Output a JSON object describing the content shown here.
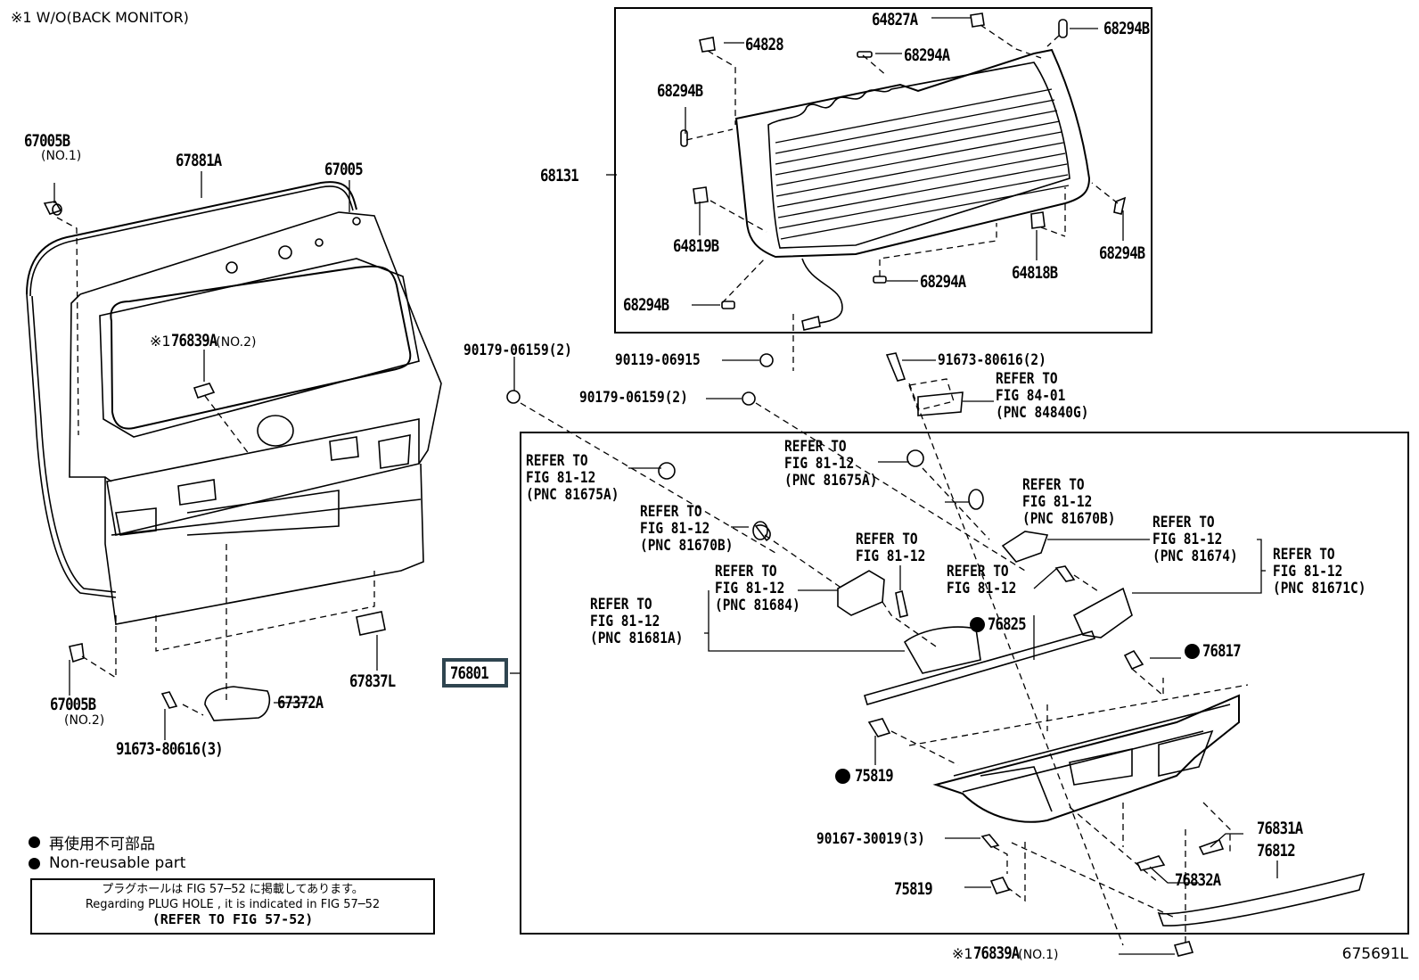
{
  "header_note": "※1 W/O(BACK MONITOR)",
  "figure_number": "675691L",
  "legend": {
    "nonreusable_jp": "再使用不可部品",
    "nonreusable_en": "Non-reusable part",
    "box_line1": "プラグホールは FIG 57─52 に掲載してあります。",
    "box_line2": "Regarding  PLUG  HOLE , it is indicated in  FIG  57─52",
    "box_line3": "(REFER TO FIG 57-52)"
  },
  "assembly_box": {
    "pnc": "76801"
  },
  "parts": {
    "p67005B_1": {
      "pnc": "67005B",
      "note": "(NO.1)"
    },
    "p67881A": {
      "pnc": "67881A"
    },
    "p67005": {
      "pnc": "67005"
    },
    "p76839A_2": {
      "prefix": "※1",
      "pnc": "76839A",
      "note": "(NO.2)"
    },
    "p67005B_2": {
      "pnc": "67005B",
      "note": "(NO.2)"
    },
    "p67837L": {
      "pnc": "67837L"
    },
    "p67372A": {
      "pnc": "67372A"
    },
    "p91673_3": {
      "pnc": "91673-80616(3)"
    },
    "p64827A": {
      "pnc": "64827A"
    },
    "p68294B_tr": {
      "pnc": "68294B"
    },
    "p64828": {
      "pnc": "64828"
    },
    "p68294A_t": {
      "pnc": "68294A"
    },
    "p68294B_l": {
      "pnc": "68294B"
    },
    "p68131": {
      "pnc": "68131"
    },
    "p64819B": {
      "pnc": "64819B"
    },
    "p68294B_r": {
      "pnc": "68294B"
    },
    "p68294A_b": {
      "pnc": "68294A"
    },
    "p64818B": {
      "pnc": "64818B"
    },
    "p68294B_bl": {
      "pnc": "68294B"
    },
    "p90179_a": {
      "pnc": "90179-06159(2)"
    },
    "p90119": {
      "pnc": "90119-06915"
    },
    "p91673_2": {
      "pnc": "91673-80616(2)"
    },
    "p90179_b": {
      "pnc": "90179-06159(2)"
    },
    "p76825": {
      "pnc": "76825",
      "nonreusable": true
    },
    "p76817": {
      "pnc": "76817",
      "nonreusable": true
    },
    "p75819_a": {
      "pnc": "75819",
      "nonreusable": true
    },
    "p90167": {
      "pnc": "90167-30019(3)"
    },
    "p76831A": {
      "pnc": "76831A"
    },
    "p76812": {
      "pnc": "76812"
    },
    "p75819_b": {
      "pnc": "75819"
    },
    "p76832A": {
      "pnc": "76832A"
    },
    "p76839A_1": {
      "prefix": "※1",
      "pnc": "76839A",
      "note": "(NO.1)"
    }
  },
  "references": [
    {
      "id": "ref_84840G",
      "text": "REFER TO\nFIG 84-01\n(PNC 84840G)"
    },
    {
      "id": "ref_81675A_l",
      "text": "REFER TO\nFIG 81-12\n(PNC 81675A)"
    },
    {
      "id": "ref_81675A_m",
      "text": "REFER TO\nFIG 81-12\n(PNC 81675A)"
    },
    {
      "id": "ref_81670B_r",
      "text": "REFER TO\nFIG 81-12\n(PNC 81670B)"
    },
    {
      "id": "ref_81670B_l",
      "text": "REFER TO\nFIG 81-12\n(PNC 81670B)"
    },
    {
      "id": "ref_81674",
      "text": "REFER TO\nFIG 81-12\n(PNC 81674)"
    },
    {
      "id": "ref_81671C",
      "text": "REFER TO\nFIG 81-12\n(PNC 81671C)"
    },
    {
      "id": "ref_bolt_l",
      "text": "REFER TO\nFIG 81-12"
    },
    {
      "id": "ref_81684",
      "text": "REFER TO\nFIG 81-12\n(PNC 81684)"
    },
    {
      "id": "ref_bolt_r",
      "text": "REFER TO\nFIG 81-12"
    },
    {
      "id": "ref_81681A",
      "text": "REFER TO\nFIG 81-12\n(PNC 81681A)"
    }
  ]
}
